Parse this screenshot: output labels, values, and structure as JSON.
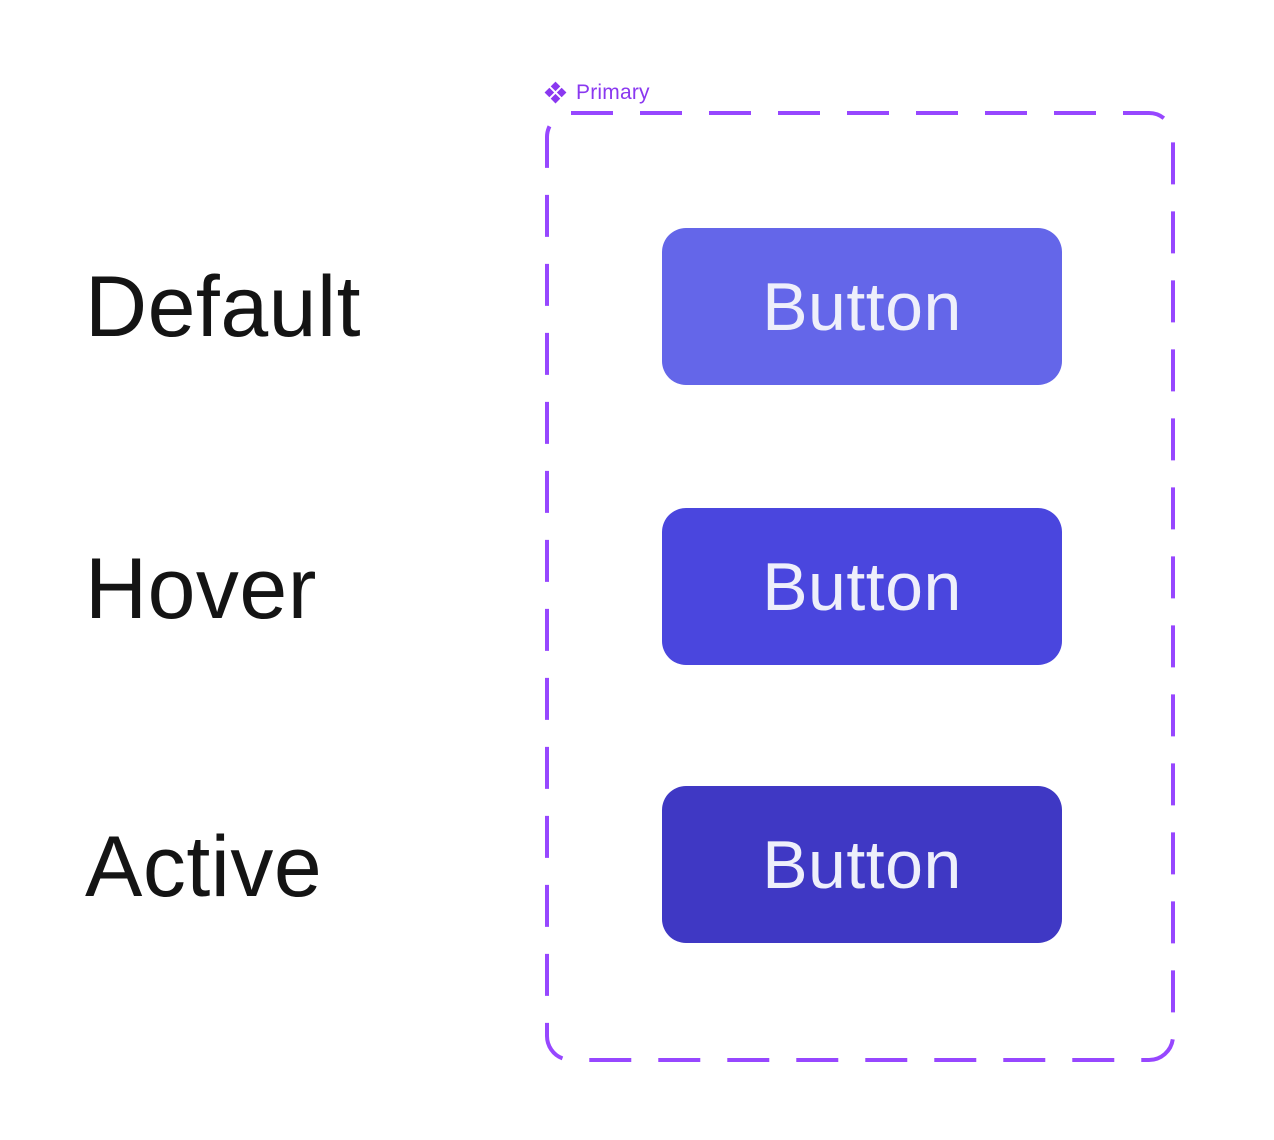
{
  "component": {
    "label": "Primary",
    "icon": "figma-component-icon",
    "label_color": "#8A38F0",
    "frame_border_color": "#9747FF"
  },
  "states": [
    {
      "name": "Default",
      "button_label": "Button",
      "button_color": "#6466E9"
    },
    {
      "name": "Hover",
      "button_label": "Button",
      "button_color": "#4A46DE"
    },
    {
      "name": "Active",
      "button_label": "Button",
      "button_color": "#3F38C4"
    }
  ],
  "colors": {
    "background": "#FFFFFF",
    "state_label_text": "#141414",
    "button_text": "#EEEFFB"
  }
}
